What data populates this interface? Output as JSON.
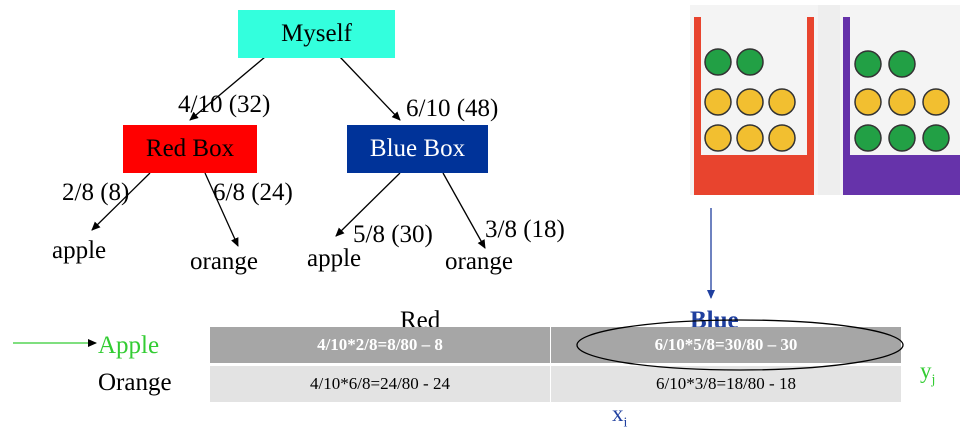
{
  "tree": {
    "root": {
      "label": "Myself",
      "color": "#33ffdd"
    },
    "red_box": {
      "label": "Red Box",
      "color": "#ff0000"
    },
    "blue_box": {
      "label": "Blue Box",
      "color": "#003399"
    },
    "edge_root_red": "4/10 (32)",
    "edge_root_blue": "6/10 (48)",
    "edge_red_apple": "2/8 (8)",
    "edge_red_orange": "6/8 (24)",
    "edge_blue_apple": "5/8 (30)",
    "edge_blue_orange": "3/8 (18)",
    "leaf_red_apple": "apple",
    "leaf_red_orange": "orange",
    "leaf_blue_apple": "apple",
    "leaf_blue_orange": "orange"
  },
  "boxes_illustration": {
    "red_box_color": "#e8442e",
    "blue_box_color": "#6633aa",
    "apple_color": "#22a045",
    "orange_color": "#f2bf30"
  },
  "table": {
    "col_red": "Red",
    "col_blue": "Blue",
    "row_apple": "Apple",
    "row_orange": "Orange",
    "cells": {
      "apple_red": "4/10*2/8=8/80 – 8",
      "apple_blue": "6/10*5/8=30/80 – 30",
      "orange_red": "4/10*6/8=24/80 - 24",
      "orange_blue": "6/10*3/8=18/80 - 18"
    },
    "row_header_bg": "#a6a6a6",
    "row_bg": "#e3e3e3"
  },
  "annotations": {
    "x_label": "x",
    "x_sub": "i",
    "y_label": "y",
    "y_sub": "j",
    "apple_color": "#33cc33",
    "blue_color": "#1f3f9f"
  }
}
